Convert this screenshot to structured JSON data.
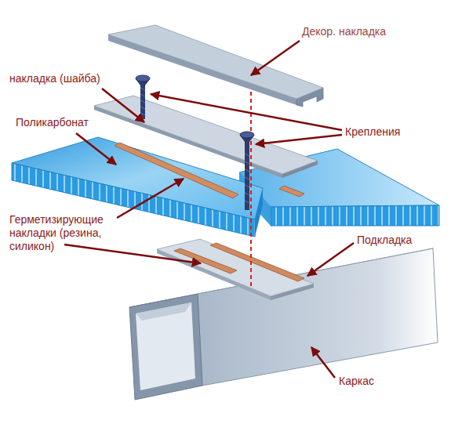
{
  "diagram": {
    "labels": [
      "Декор. накладка",
      "накладка (шайба)",
      "Поликарбонат",
      "Крепления",
      "Герметизирующие накладки (резина, силикон)",
      "Подкладка",
      "Каркас"
    ]
  }
}
